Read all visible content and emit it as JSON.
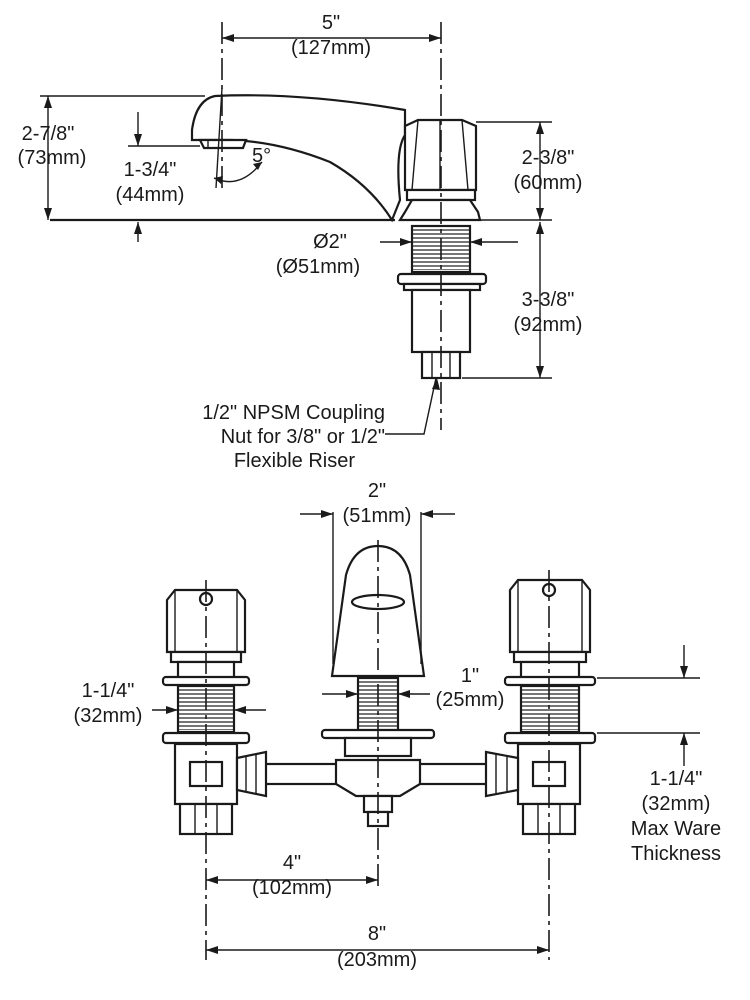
{
  "top_view": {
    "width_label": "5\"",
    "width_label_mm": "(127mm)",
    "height_label": "2-7/8\"",
    "height_label_mm": "(73mm)",
    "spout_label": "1-3/4\"",
    "spout_label_mm": "(44mm)",
    "angle_label": "5°",
    "handle_label": "2-3/8\"",
    "handle_label_mm": "(60mm)",
    "diameter_label": "Ø2\"",
    "diameter_label_mm": "(Ø51mm)",
    "shank_label": "3-3/8\"",
    "shank_label_mm": "(92mm)",
    "coupling_note": [
      "1/2\" NPSM Coupling",
      "Nut for 3/8\" or 1/2\"",
      "Flexible Riser"
    ]
  },
  "front_view": {
    "spout_width_label": "2\"",
    "spout_width_label_mm": "(51mm)",
    "handle_dia_label": "1-1/4\"",
    "handle_dia_label_mm": "(32mm)",
    "stem_label": "1\"",
    "stem_label_mm": "(25mm)",
    "ware_label": "1-1/4\"",
    "ware_label_mm": "(32mm)",
    "ware_note": [
      "Max Ware",
      "Thickness"
    ],
    "center_label": "4\"",
    "center_label_mm": "(102mm)",
    "spread_label": "8\"",
    "spread_label_mm": "(203mm)"
  }
}
